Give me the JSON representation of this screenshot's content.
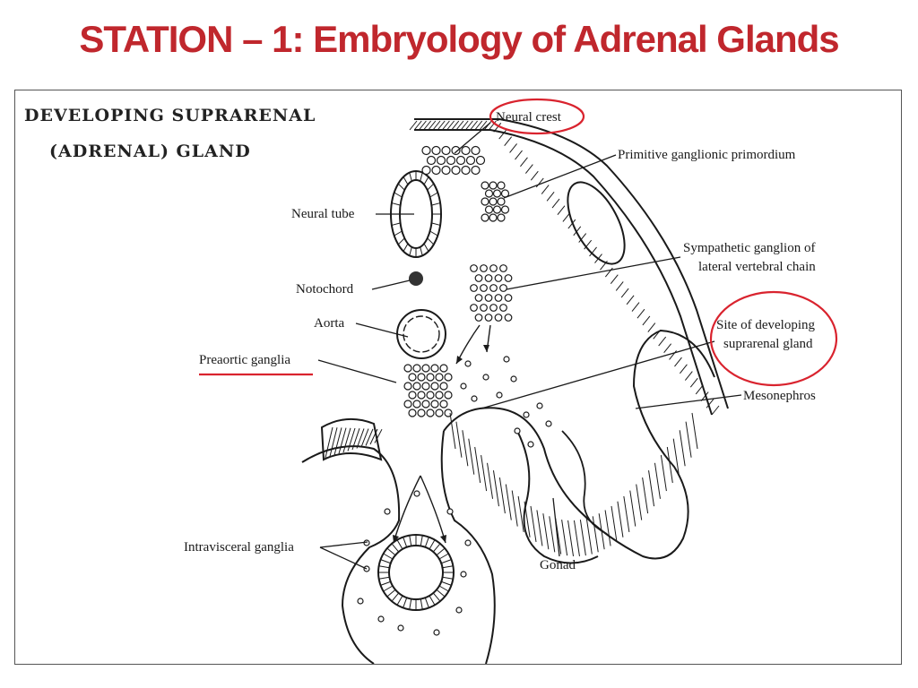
{
  "slide": {
    "title": "STATION – 1: Embryology of Adrenal Glands",
    "title_color": "#c0272d"
  },
  "figure": {
    "title_line1": "DEVELOPING SUPRARENAL",
    "title_line2": "(ADRENAL) GLAND",
    "labels": {
      "neural_crest": "Neural crest",
      "primitive_ganglionic": "Primitive ganglionic primordium",
      "neural_tube": "Neural tube",
      "sympathetic_1": "Sympathetic ganglion of",
      "sympathetic_2": "lateral vertebral chain",
      "notochord": "Notochord",
      "site_1": "Site of developing",
      "site_2": "suprarenal gland",
      "aorta": "Aorta",
      "preaortic": "Preaortic ganglia",
      "mesonephros": "Mesonephros",
      "intravisceral": "Intravisceral ganglia",
      "gonad": "Gonad"
    },
    "highlight_color": "#d9232e"
  }
}
